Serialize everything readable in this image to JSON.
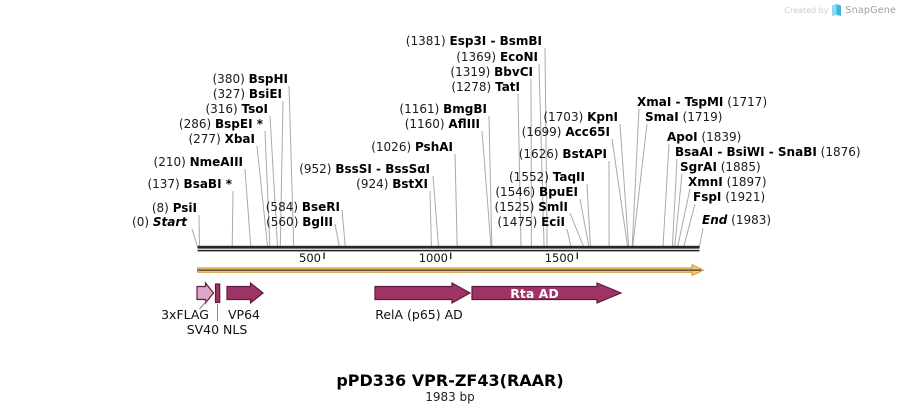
{
  "watermark": {
    "created_by": "Created by",
    "brand": "SnapGene"
  },
  "title": {
    "name": "pPD336 VPR-ZF43(RAAR)",
    "length": "1983 bp"
  },
  "ruler": {
    "ticks": [
      "500",
      "1000",
      "1500"
    ]
  },
  "sites": [
    {
      "pos": "(0)",
      "name": "Start"
    },
    {
      "pos": "(8)",
      "name": "PsiI"
    },
    {
      "pos": "(137)",
      "name": "BsaBI *"
    },
    {
      "pos": "(210)",
      "name": "NmeAIII"
    },
    {
      "pos": "(277)",
      "name": "XbaI"
    },
    {
      "pos": "(286)",
      "name": "BspEI *"
    },
    {
      "pos": "(316)",
      "name": "TsoI"
    },
    {
      "pos": "(327)",
      "name": "BsiEI"
    },
    {
      "pos": "(380)",
      "name": "BspHI"
    },
    {
      "pos": "(560)",
      "name": "BglII"
    },
    {
      "pos": "(584)",
      "name": "BseRI"
    },
    {
      "pos": "(924)",
      "name": "BstXI"
    },
    {
      "pos": "(952)",
      "name": "BssSI - BssSαI"
    },
    {
      "pos": "(1026)",
      "name": "PshAI"
    },
    {
      "pos": "(1160)",
      "name": "AflIII"
    },
    {
      "pos": "(1161)",
      "name": "BmgBI"
    },
    {
      "pos": "(1278)",
      "name": "TatI"
    },
    {
      "pos": "(1319)",
      "name": "BbvCI"
    },
    {
      "pos": "(1369)",
      "name": "EcoNI"
    },
    {
      "pos": "(1381)",
      "name": "Esp3I - BsmBI"
    },
    {
      "pos": "(1475)",
      "name": "EciI"
    },
    {
      "pos": "(1525)",
      "name": "SmlI"
    },
    {
      "pos": "(1546)",
      "name": "BpuEI"
    },
    {
      "pos": "(1552)",
      "name": "TaqII"
    },
    {
      "pos": "(1626)",
      "name": "BstAPI"
    },
    {
      "pos": "(1699)",
      "name": "Acc65I"
    },
    {
      "pos": "(1703)",
      "name": "KpnI"
    },
    {
      "pos": "(1717)",
      "name": "XmaI - TspMI"
    },
    {
      "pos": "(1719)",
      "name": "SmaI"
    },
    {
      "pos": "(1839)",
      "name": "ApoI"
    },
    {
      "pos": "(1876)",
      "name": "BsaAI - BsiWI - SnaBI"
    },
    {
      "pos": "(1885)",
      "name": "SgrAI"
    },
    {
      "pos": "(1897)",
      "name": "XmnI"
    },
    {
      "pos": "(1921)",
      "name": "FspI"
    },
    {
      "pos": "(1983)",
      "name": "End"
    }
  ],
  "features": [
    {
      "label": "3xFLAG"
    },
    {
      "label": "SV40 NLS"
    },
    {
      "label": "VP64"
    },
    {
      "label": "RelA (p65) AD"
    },
    {
      "label": "Rta AD"
    }
  ],
  "colors": {
    "feature_magenta": "#9E3366",
    "feature_pink": "#D9A8C7",
    "feature_border": "#5E1C3C",
    "backbone_yellow": "#F6C76B",
    "backbone_border": "#D69A38",
    "connector_gray": "#A9A9A9",
    "bar_dark": "#262626",
    "brand_blue": "#3AB7E6"
  }
}
